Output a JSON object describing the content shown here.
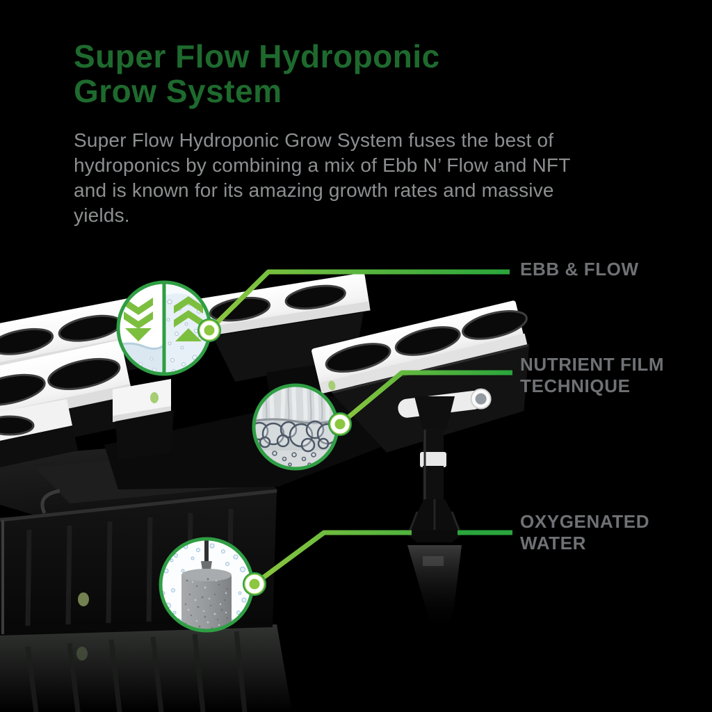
{
  "header": {
    "title_line1": "Super Flow Hydroponic",
    "title_line2": "Grow System",
    "description": "Super Flow Hydroponic Grow System fuses the best of hydroponics by combining a mix of Ebb N’ Flow and NFT and is known for its amazing growth rates and massive yields."
  },
  "callouts": {
    "ebb_flow": {
      "line1": "EBB & FLOW",
      "line2": ""
    },
    "nft": {
      "line1": "NUTRIENT FILM",
      "line2": "TECHNIQUE"
    },
    "oxygen": {
      "line1": "OXYGENATED",
      "line2": "WATER"
    }
  },
  "colors": {
    "background": "#000000",
    "title_green": "#1E6A2E",
    "body_text_gray": "#8D8F91",
    "label_gray": "#6F7174",
    "callout_line_light": "#8DC63F",
    "callout_line_dark": "#2AA63C",
    "inset_ring_green": "#2F9E44"
  }
}
